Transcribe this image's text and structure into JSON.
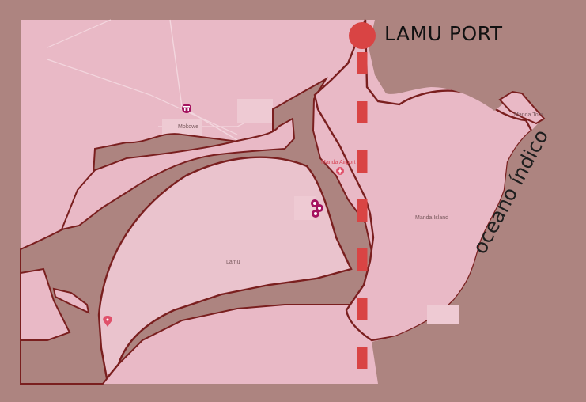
{
  "map": {
    "port_label": "LAMU PORT",
    "ocean_label": "oceano índico",
    "place_labels": {
      "mokowe": "Mokowe",
      "lamu": "Lamu",
      "manda_island": "Manda Island",
      "manda_airport": "Manda Airport",
      "manda_toto": "Manda Toto"
    },
    "colors": {
      "background": "#ad8480",
      "land": "#e9b9c6",
      "coast_outline": "#7a1f1f",
      "port_marker": "#d94444",
      "route_dash": "#d94444",
      "poi_marker": "#a4125f"
    },
    "icons": [
      "port-dot-icon",
      "transit-pin-icon",
      "airport-pin-icon",
      "hotel-pin-icon",
      "location-pin-icon"
    ]
  }
}
